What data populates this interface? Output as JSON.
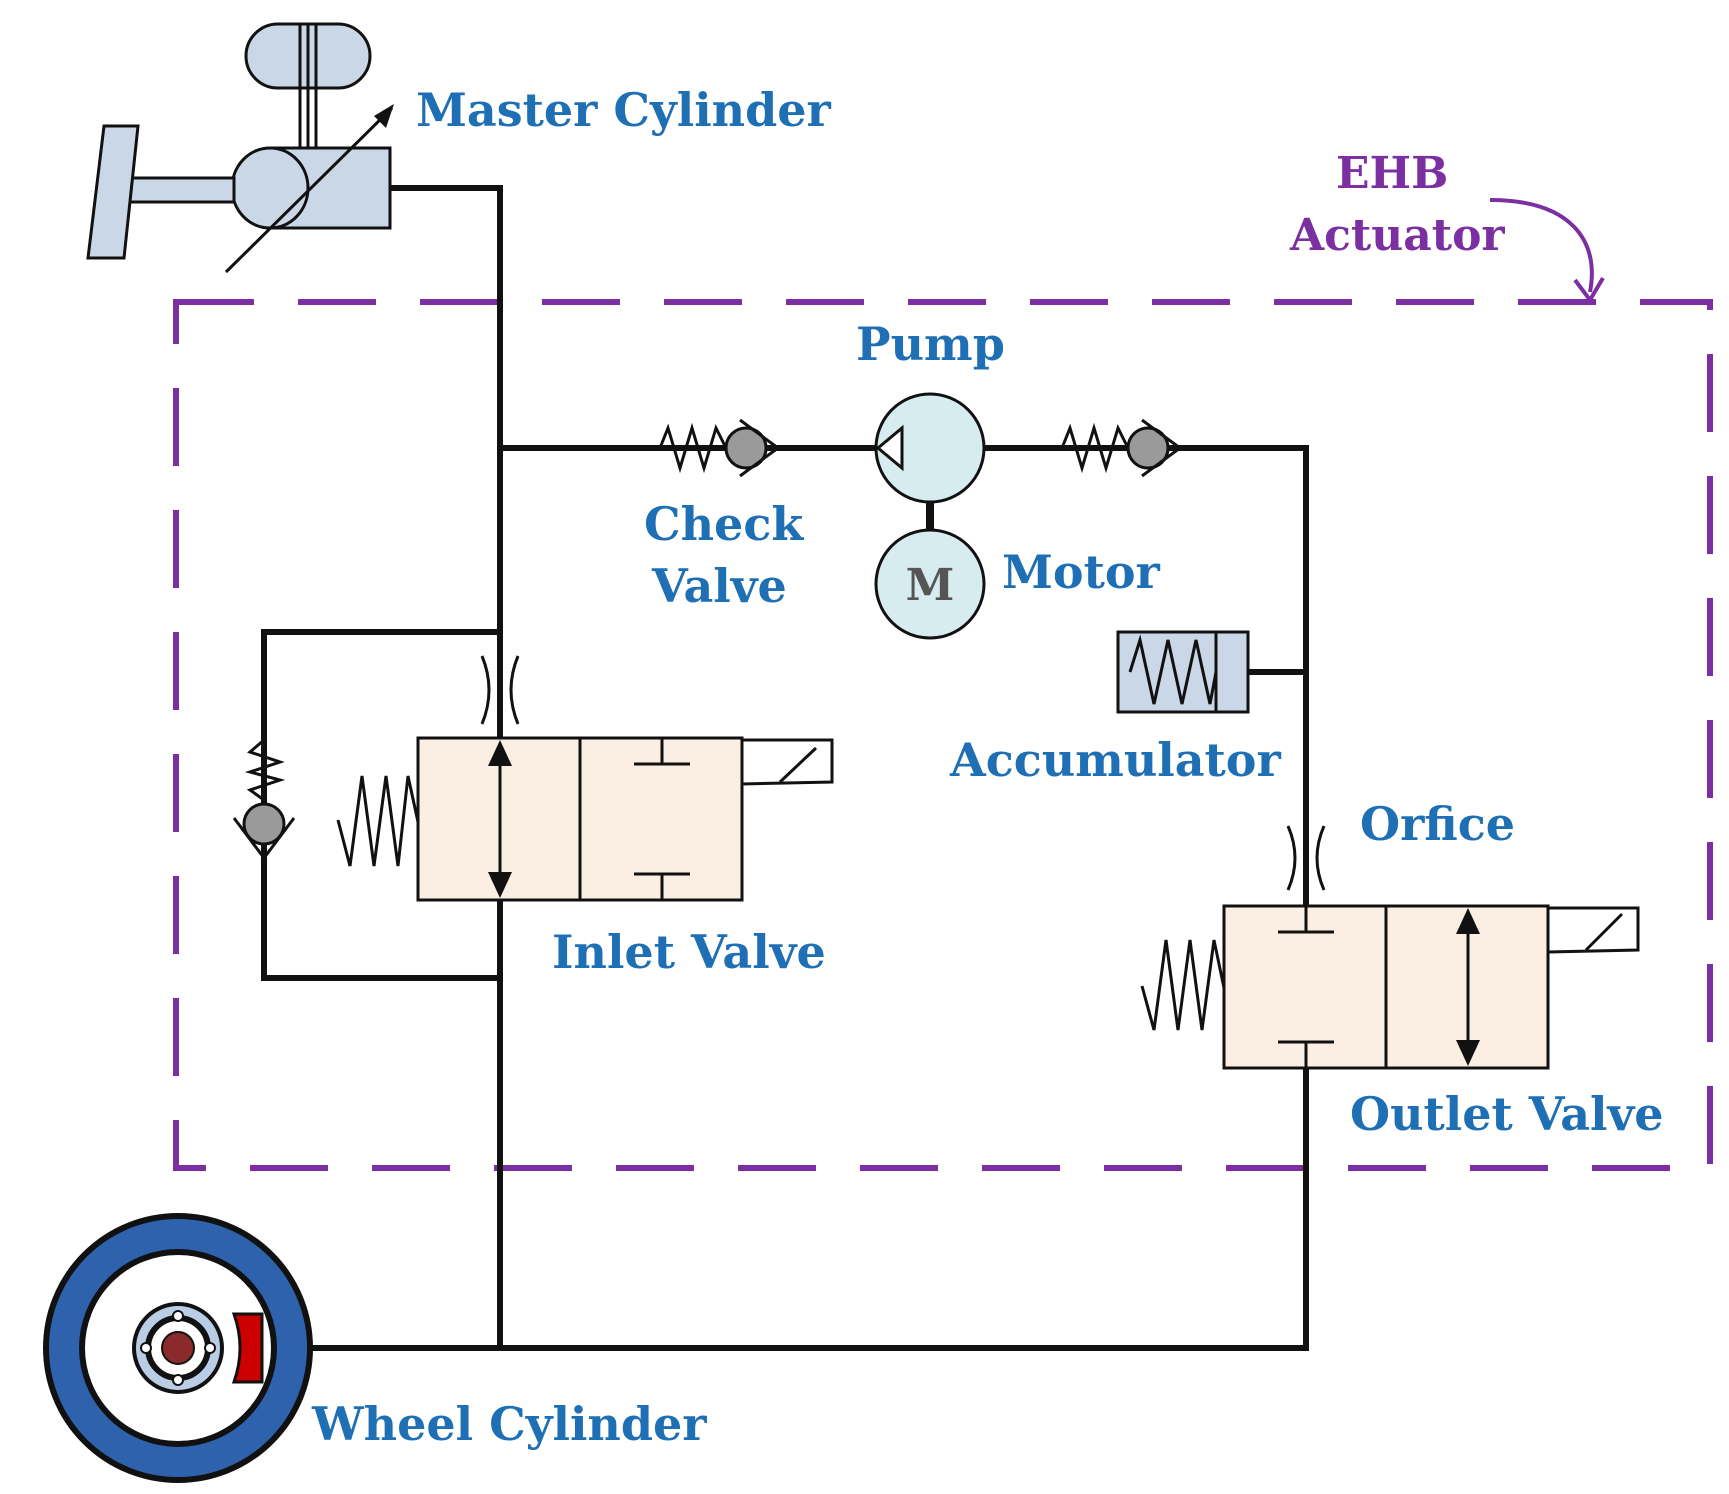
{
  "labels": {
    "master_cylinder": "Master Cylinder",
    "ehb_line1": "EHB",
    "ehb_line2": "Actuator",
    "pump": "Pump",
    "check_valve_line1": "Check",
    "check_valve_line2": "Valve",
    "motor": "Motor",
    "motor_symbol": "M",
    "accumulator": "Accumulator",
    "orifice": "Orfice",
    "inlet_valve": "Inlet Valve",
    "outlet_valve": "Outlet Valve",
    "wheel_cylinder": "Wheel Cylinder"
  },
  "colors": {
    "label_text": "#1f6fb5",
    "ehb_boundary": "#7b2fa0",
    "valve_fill": "#fbeee2",
    "cylinder_fill": "#c9d7e6",
    "pump_fill": "#d6ecef",
    "check_ball": "#9a9a9a",
    "wheel_tire": "#2f62ad",
    "brake_pad": "#cc0000"
  }
}
